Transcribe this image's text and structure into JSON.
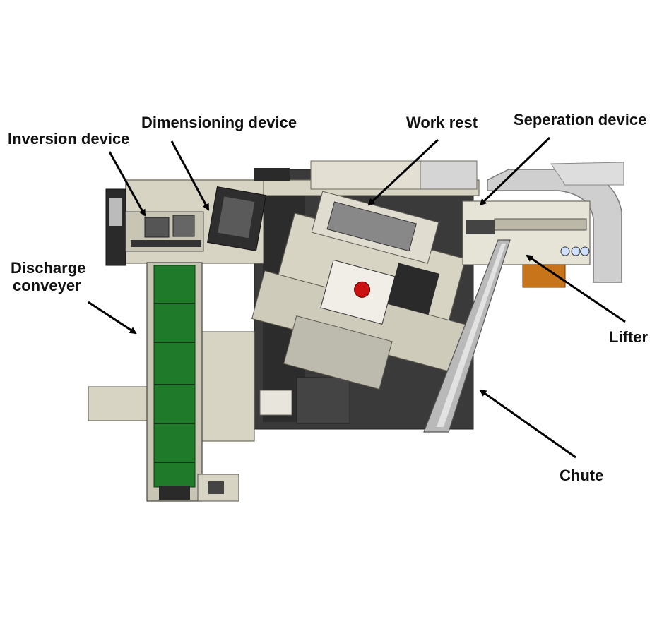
{
  "labels": {
    "inversion_device": "Inversion device",
    "dimensioning_device": "Dimensioning device",
    "work_rest": "Work rest",
    "separation_device": "Seperation device",
    "discharge_conveyor_line1": "Discharge",
    "discharge_conveyor_line2": "conveyer",
    "lifter": "Lifter",
    "chute": "Chute"
  },
  "colors": {
    "machine_body": "#d8d4c4",
    "dark_base": "#3a3a3a",
    "conveyor_belt": "#1f7a2a",
    "work_rest_marker": "#cc1111",
    "lifter_box": "#c8741a",
    "arrow": "#000000"
  }
}
